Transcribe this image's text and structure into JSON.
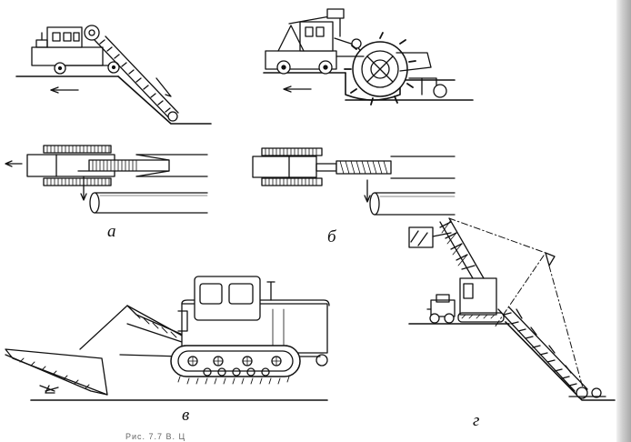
{
  "figure": {
    "panel_labels": [
      "а",
      "б",
      "в",
      "г"
    ],
    "caption_fragment": "Рис. 7.7 В. Ц"
  }
}
